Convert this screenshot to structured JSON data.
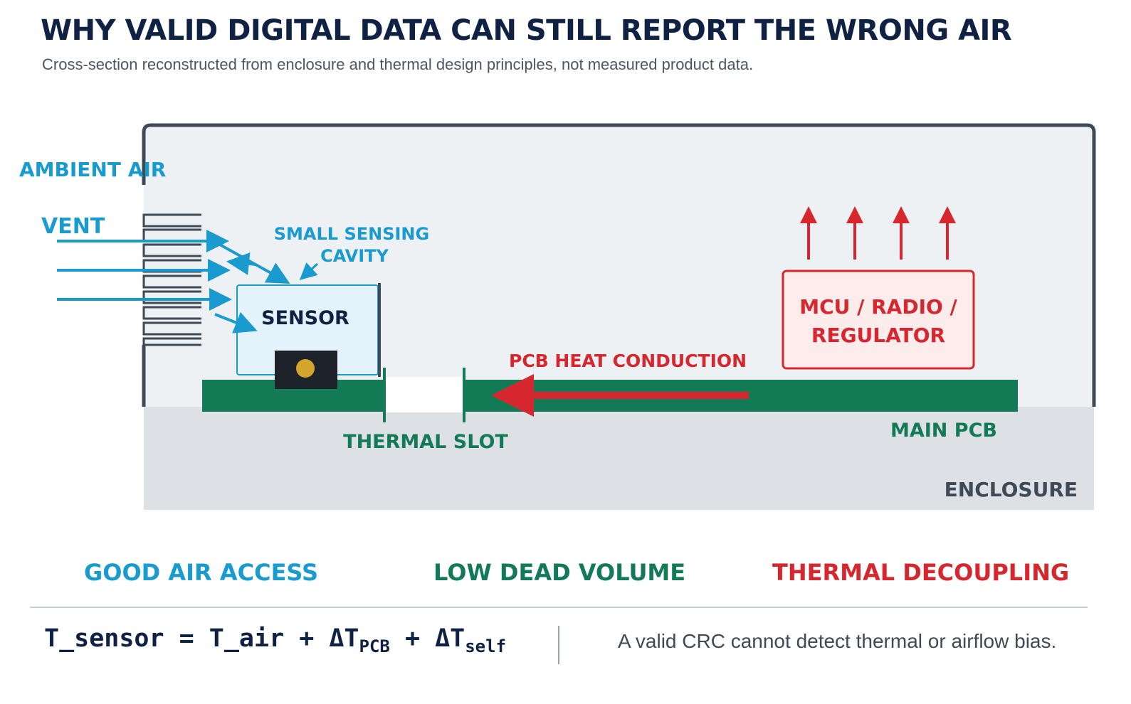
{
  "header": {
    "title": "WHY VALID DIGITAL DATA CAN STILL REPORT THE WRONG AIR",
    "subtitle": "Cross-section reconstructed from enclosure and thermal design principles, not measured product data."
  },
  "diagram": {
    "labels": {
      "ambient_air": "AMBIENT AIR",
      "vent": "VENT",
      "cavity_line1": "SMALL SENSING",
      "cavity_line2": "CAVITY",
      "sensor": "SENSOR",
      "mcu_line1": "MCU / RADIO /",
      "mcu_line2": "REGULATOR",
      "heat_conduction": "PCB HEAT CONDUCTION",
      "thermal_slot": "THERMAL SLOT",
      "main_pcb": "MAIN PCB",
      "enclosure": "ENCLOSURE"
    },
    "colors": {
      "air": "#1a9bd0",
      "pcb": "#137a56",
      "heat": "#d6272e",
      "enclosure_fill": "#eef1f4",
      "enclosure_outline": "#3e4a57",
      "floor": "#dde1e5",
      "sensor_fill": "#e4f3fb",
      "mcu_fill": "#fdecec",
      "title": "#0f2244"
    },
    "icons": {
      "airflow": "arrow-right-icon",
      "cavity_pointer": "arrow-down-left-icon",
      "heat_rise": "arrow-up-icon",
      "conduction": "arrow-left-icon",
      "sensor_element": "sensor-chip-icon"
    }
  },
  "principles": {
    "air_access": "GOOD AIR ACCESS",
    "dead_volume": "LOW DEAD VOLUME",
    "thermal_decoupling": "THERMAL DECOUPLING"
  },
  "footer": {
    "formula_main": "T_sensor = T_air + ΔT",
    "formula_sub1": "PCB",
    "formula_plus": " + ΔT",
    "formula_sub2": "self",
    "note": "A valid CRC cannot detect thermal or airflow bias."
  }
}
